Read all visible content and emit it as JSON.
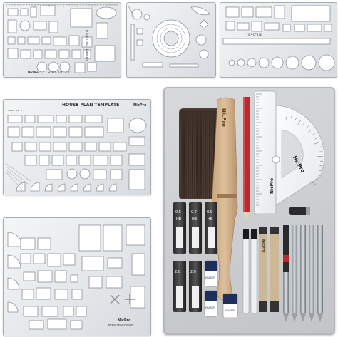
{
  "templates": {
    "furniture": {
      "title": "FURNITURE TEMPLATE",
      "scale": "SCALE 1/4\" = 1'",
      "brand": "NicPro"
    },
    "circle": {
      "scale_label": "1/8\" SCALE"
    },
    "house_plan": {
      "title": "HOUSE PLAN TEMPLATE",
      "brand": "NicPro",
      "scale": "SCALE 1/8\" = 1'"
    },
    "interior": {
      "brand": "NicPro",
      "caption": "INTERIOR DESIGN TEMPLATE"
    }
  },
  "kit": {
    "brush_brand": "NicPro",
    "protractor_brand": "NicPro",
    "ruler_brand": "NicPro",
    "lead_tubes": [
      {
        "label": "HB",
        "size": "0.5"
      },
      {
        "label": "HB",
        "size": "0.7"
      },
      {
        "label": "HB",
        "size": "0.9"
      },
      {
        "label": "2.0",
        "size": "2.0"
      },
      {
        "label": "2.0",
        "size": "2.0"
      }
    ],
    "eraser_label": "ERASER",
    "pencil_brand": "NicPro"
  }
}
